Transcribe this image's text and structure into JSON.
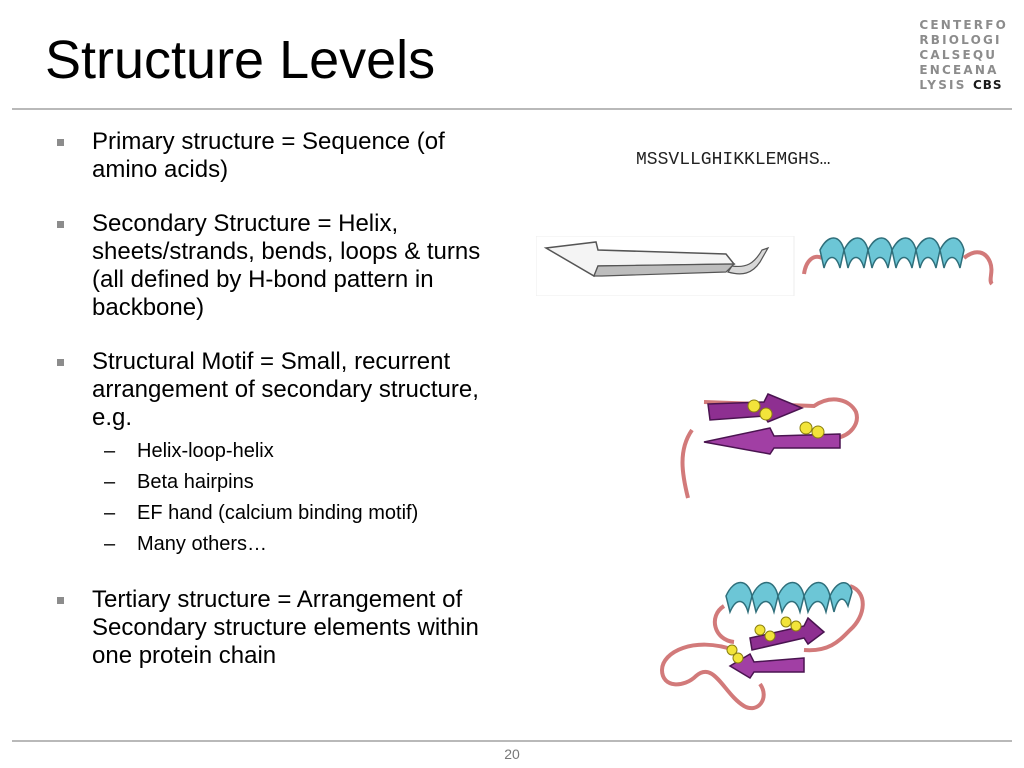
{
  "slide": {
    "title": "Structure Levels",
    "page_number": "20"
  },
  "logo": {
    "lines": [
      "CENTERFO",
      "RBIOLOGI",
      "CALSEQU",
      "ENCEANA",
      "LYSIS"
    ],
    "accent": "CBS",
    "colors": {
      "gray": "#8c8c8c",
      "dark": "#1a1a1a"
    }
  },
  "bullets": [
    {
      "text": "Primary structure = Sequence (of amino acids)"
    },
    {
      "text": "Secondary Structure = Helix, sheets/strands, bends, loops & turns (all defined by H-bond pattern in backbone)"
    },
    {
      "text": "Structural Motif = Small, recurrent arrangement of secondary structure, e.g."
    },
    {
      "text": "Tertiary structure = Arrangement of Secondary structure elements within one protein chain"
    }
  ],
  "motif_examples": [
    "Helix-loop-helix",
    "Beta hairpins",
    "EF hand (calcium binding motif)",
    "Many others…"
  ],
  "sequence": "MSSVLLGHIKKLEMGHS…",
  "colors": {
    "helix": "#6cc6d6",
    "sheet": "#8e2f91",
    "coil": "#d27a7a",
    "bond": "#f2e43a",
    "rule": "#b9b9b9"
  }
}
